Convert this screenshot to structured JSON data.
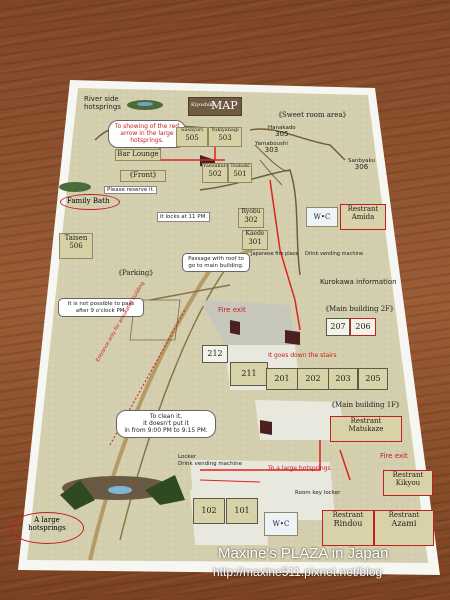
{
  "map": {
    "header_kiyoshiki": "Kiyoshiki",
    "header_map": "MAP",
    "river_side": "River side",
    "hotsprings": "hotsprings",
    "sweet_room_area": "《Sweet room area》",
    "callout_showing_1": "To showing of the red",
    "callout_showing_2": "arrow in the large",
    "callout_showing_3": "hotsprings.",
    "bar_lounge": "Bar Lounge",
    "front": "《Front》",
    "please_reserve": "Please reserve it.",
    "family_bath": "Family Bath",
    "locks_11": "It locks at 11 PM.",
    "taisen_name": "Taisen",
    "taisen_no": "506",
    "parking": "《Parking》",
    "passage_1": "Passage with roof to",
    "passage_2": "go to main building.",
    "japanese_fire_place": "Japanese fire place",
    "drink_vending_machine": "Drink vending machine",
    "kurokawa_information": "Kurokawa information",
    "not_possible_1": "It is not possible to pass",
    "not_possible_2": "after 9 o'clock PM.",
    "entrance_only": "Entrance only for annulated building",
    "main_building_2f": "《Main building 2F》",
    "fire_exit": "Fire exit",
    "goes_down": "It goes down the stairs",
    "main_building_1f": "《Main building 1F》",
    "to_clean_1": "To clean it,",
    "to_clean_2": "it doesn't put it",
    "to_clean_3": "in from 9:00 PM to 9:15 PM.",
    "locker": "Locker",
    "drink_vending_machine_2": "Drink vending machine",
    "to_large_hotsprings": "To a large hotsprings",
    "room_key_locker": "Room key locker",
    "a_large_1": "A large",
    "a_large_2": "hotsprings",
    "wc": "W•C",
    "restrant": "Restrant",
    "rooms": {
      "sasayuri_name": "Sasayuri",
      "sasayuri_no": "505",
      "yukiyanagi_name": "Yukiyanagi",
      "yukiyanagi_no": "503",
      "yaezakura_name": "Yaezakura",
      "yaezakura_no": "502",
      "tsubaki_name": "Tsubaki",
      "tsubaki_no": "501",
      "hanakado_name": "Hanakado",
      "hanakado_no": "305",
      "yamaboushi_name": "Yamaboushi",
      "yamaboushi_no": "303",
      "sanbyaku_name": "Sanbyaku",
      "sanbyaku_no": "306",
      "ryobu_name": "Ryobu",
      "ryobu_no": "302",
      "kaede_name": "Kaede",
      "kaede_no": "301",
      "r207": "207",
      "r206": "206",
      "r212": "212",
      "r211": "211",
      "r201": "201",
      "r202": "202",
      "r203": "203",
      "r205": "205",
      "r102": "102",
      "r101": "101"
    },
    "restaurants": {
      "amida": "Amida",
      "matukaze": "Matukaze",
      "kikyou": "Kikyou",
      "rindou": "Rindou",
      "azami": "Azami"
    }
  },
  "watermark": {
    "title": "Maxine's PLAZA in Japan",
    "url": "http://maxine511.pixnet.net/blog"
  }
}
